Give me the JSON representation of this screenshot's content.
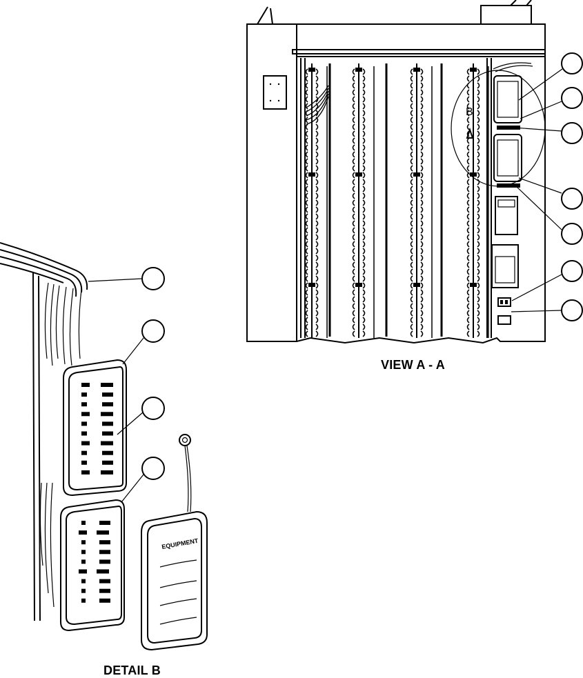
{
  "captions": {
    "view": "VIEW A - A",
    "detail": "DETAIL B"
  },
  "detail_ref": "B",
  "cover_brand": "EQUIPMENT",
  "callouts": {
    "view_count": 7,
    "detail_count": 4
  }
}
